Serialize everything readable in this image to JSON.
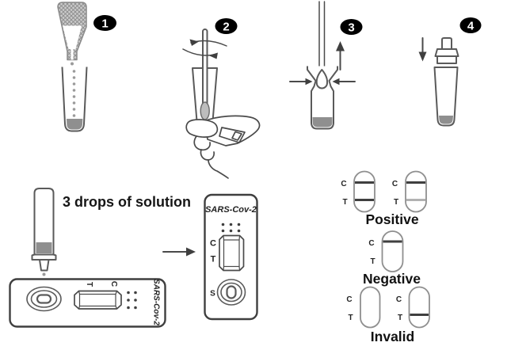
{
  "steps": {
    "s1": "1",
    "s2": "2",
    "s3": "3",
    "s4": "4"
  },
  "caption": {
    "drops": "3 drops of solution"
  },
  "small_cassette": {
    "brand": "SARS-Cov-2",
    "t": "T",
    "c": "C"
  },
  "large_cassette": {
    "brand": "SARS-Cov-2",
    "c": "C",
    "t": "T",
    "s": "S"
  },
  "results": {
    "positive": {
      "label": "Positive",
      "cap1": {
        "c": "C",
        "t": "T"
      },
      "cap2": {
        "c": "C",
        "t": "T"
      }
    },
    "negative": {
      "label": "Negative",
      "c": "C",
      "t": "T"
    },
    "invalid": {
      "label": "Invalid",
      "cap1": {
        "c": "C",
        "t": "T"
      },
      "cap2": {
        "c": "C",
        "t": "T"
      }
    }
  },
  "colors": {
    "badge": "#000000",
    "line_dark": "#3f3f3f",
    "line_light": "#b2b2b2",
    "liquid": "#8f8f8f"
  }
}
